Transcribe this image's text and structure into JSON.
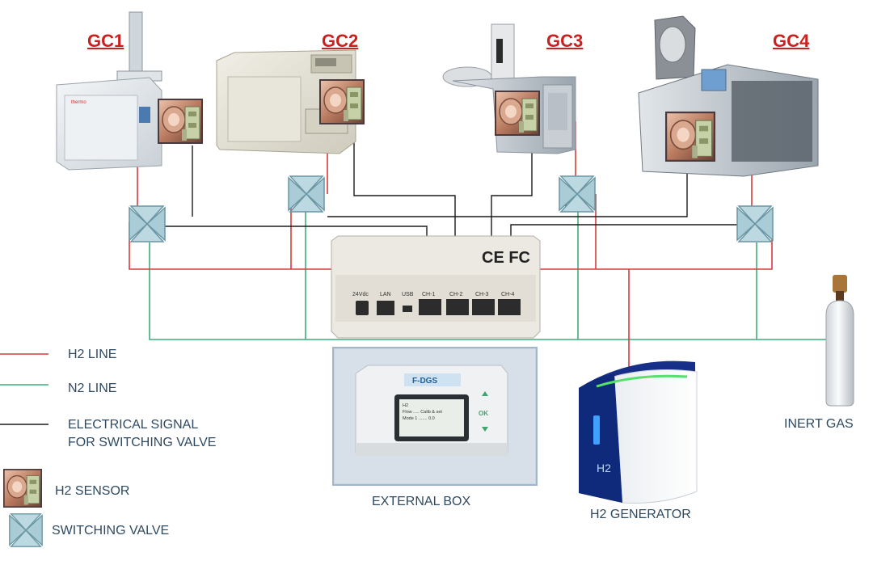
{
  "labels": {
    "gc1": "GC1",
    "gc2": "GC2",
    "gc3": "GC3",
    "gc4": "GC4",
    "external_box": "EXTERNAL BOX",
    "h2_generator": "H2 GENERATOR",
    "inert_gas": "INERT GAS"
  },
  "hub": {
    "marking": "CE FC",
    "ports": [
      "24Vdc",
      "LAN",
      "USB",
      "CH-1",
      "CH-2",
      "CH-3",
      "CH-4"
    ]
  },
  "display": {
    "brand": "F-DGS",
    "screen_lines": [
      "H2",
      "Flow ..... Calib & set",
      "Mode 1 ....... 0.0"
    ],
    "ok": "OK"
  },
  "generator": {
    "mark": "H2"
  },
  "legend": {
    "h2_line": "H2 LINE",
    "n2_line": "N2 LINE",
    "signal_line_1": "ELECTRICAL SIGNAL",
    "signal_line_2": "FOR SWITCHING VALVE",
    "sensor": "H2  SENSOR",
    "valve": "SWITCHING VALVE"
  },
  "colors": {
    "h2_line": "#d93a3a",
    "n2_line": "#3cae7a",
    "signal_line": "#1a1a1a",
    "valve": "#a9ccd6",
    "label_red": "#cc1f1f",
    "caption": "#2e4a62"
  }
}
